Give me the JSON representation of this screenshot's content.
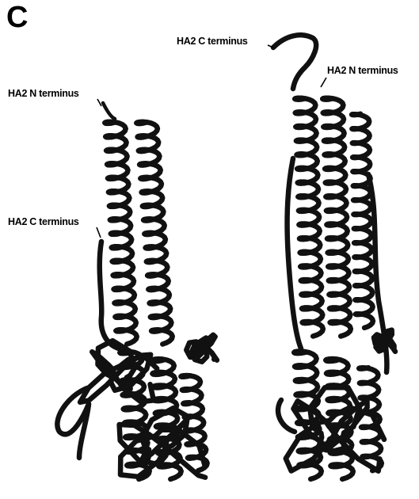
{
  "panel_label": "C",
  "structures": [
    {
      "labels": {
        "n_terminus": "HA2 N terminus",
        "c_terminus": "HA2 C terminus"
      }
    },
    {
      "labels": {
        "c_terminus": "HA2 C terminus",
        "n_terminus": "HA2 N terminus"
      }
    }
  ],
  "colors": {
    "backbone": "#111111",
    "background": "#ffffff"
  }
}
